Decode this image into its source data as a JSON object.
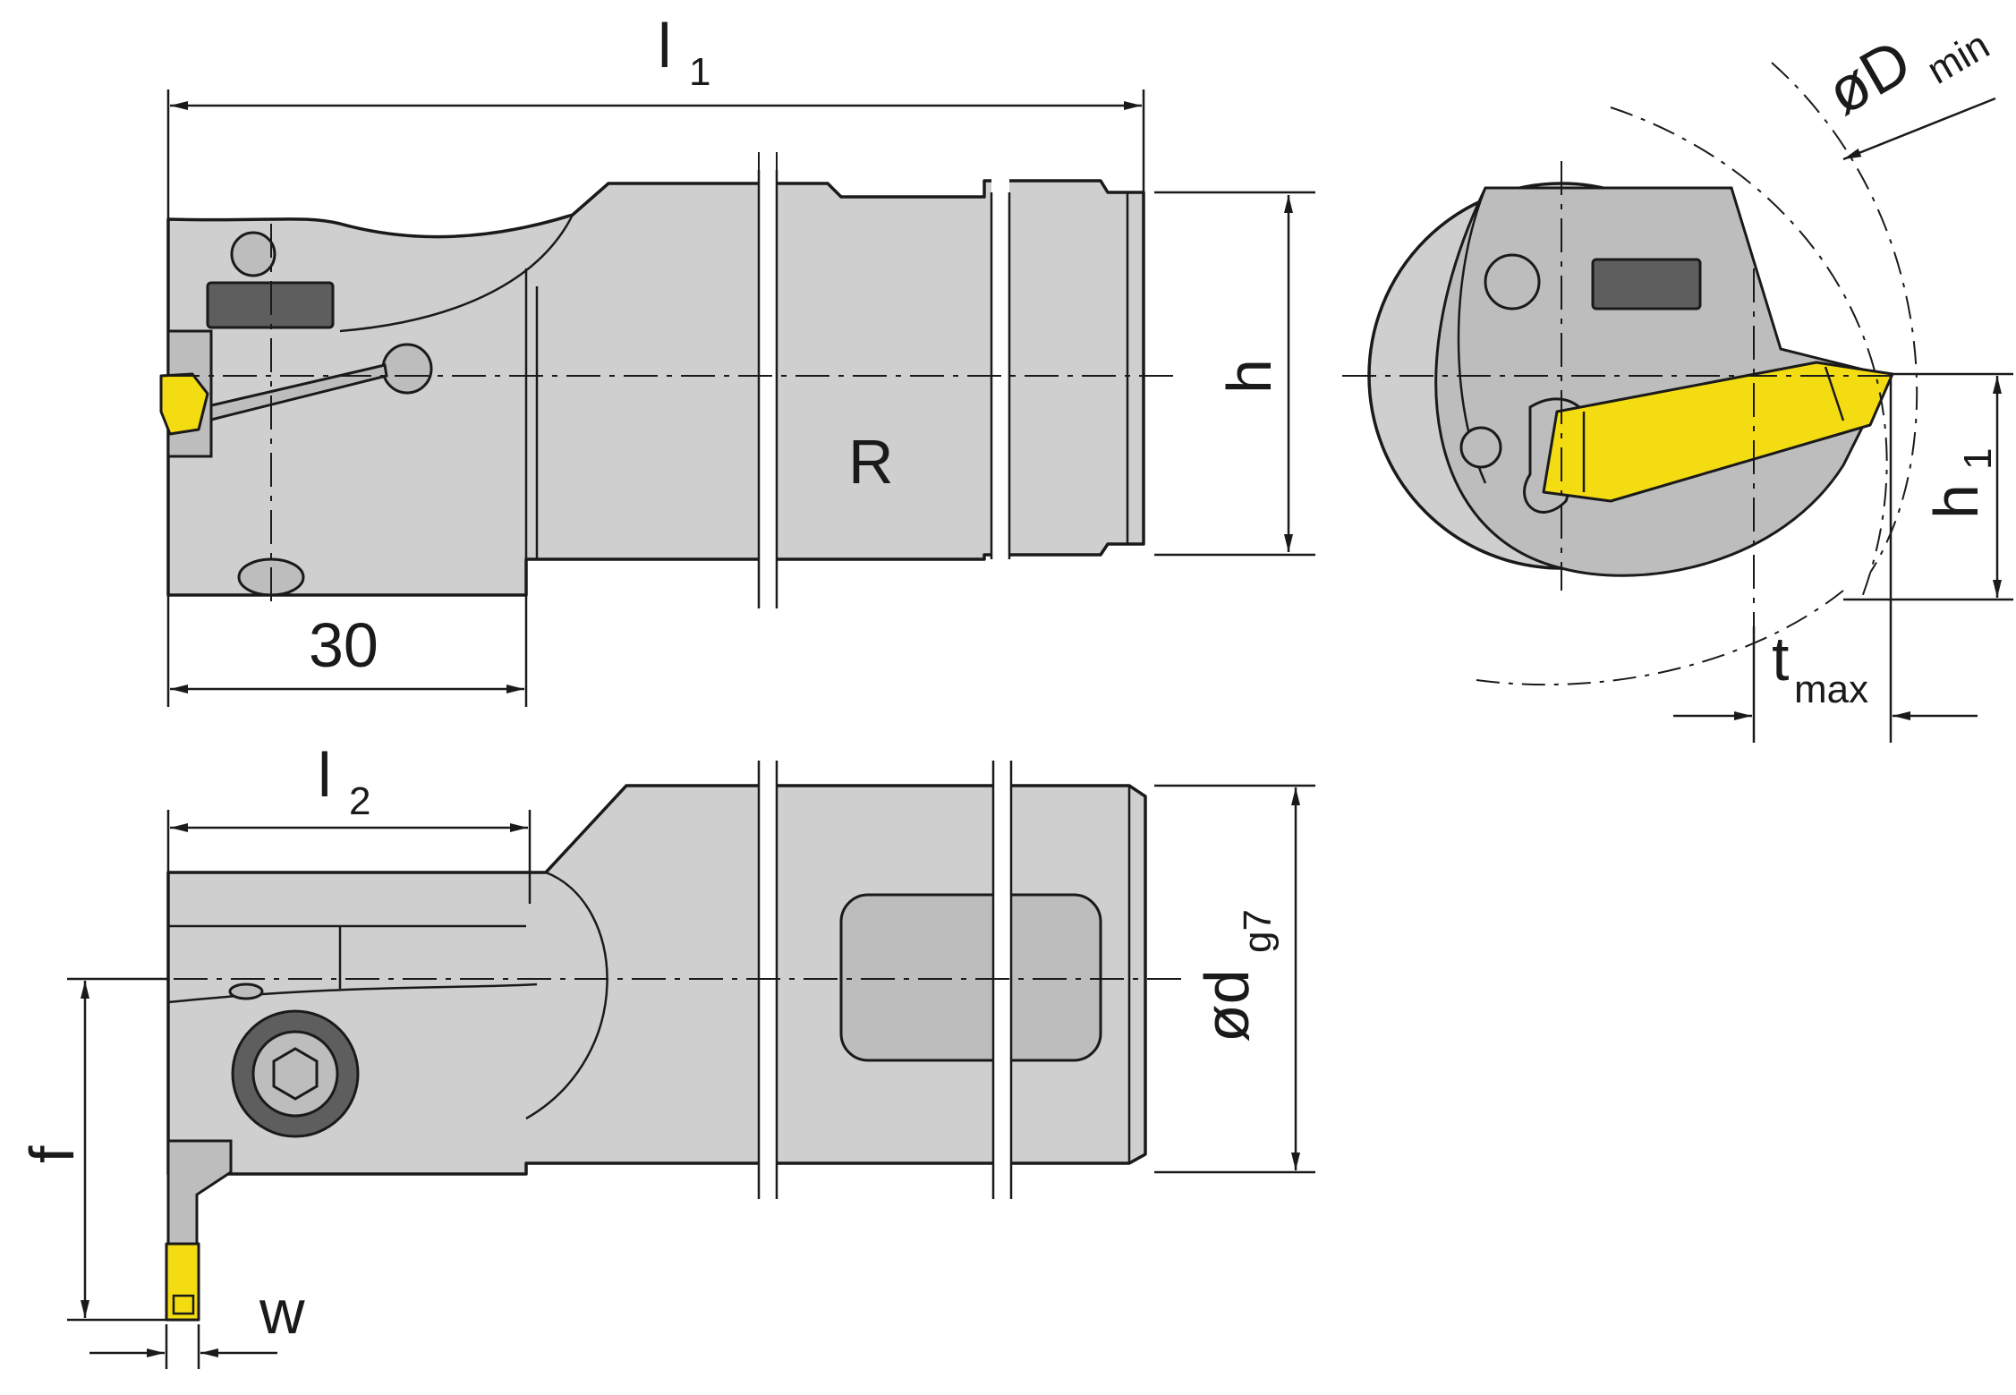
{
  "labels": {
    "l1": "l",
    "l1_sub": "1",
    "l2": "l",
    "l2_sub": "2",
    "h": "h",
    "h1": "h",
    "h1_sub": "1",
    "thirty": "30",
    "R": "R",
    "dmin": "øD",
    "dmin_sub": "min",
    "dg7": "ød",
    "dg7_sub": "g7",
    "f": "f",
    "w": "w",
    "tmax": "t",
    "tmax_sub": "max"
  },
  "colors": {
    "body": "#cfcfcf",
    "insert": "#f4dc13",
    "pad": "#5e5e5e",
    "line": "#1a1a1a"
  }
}
